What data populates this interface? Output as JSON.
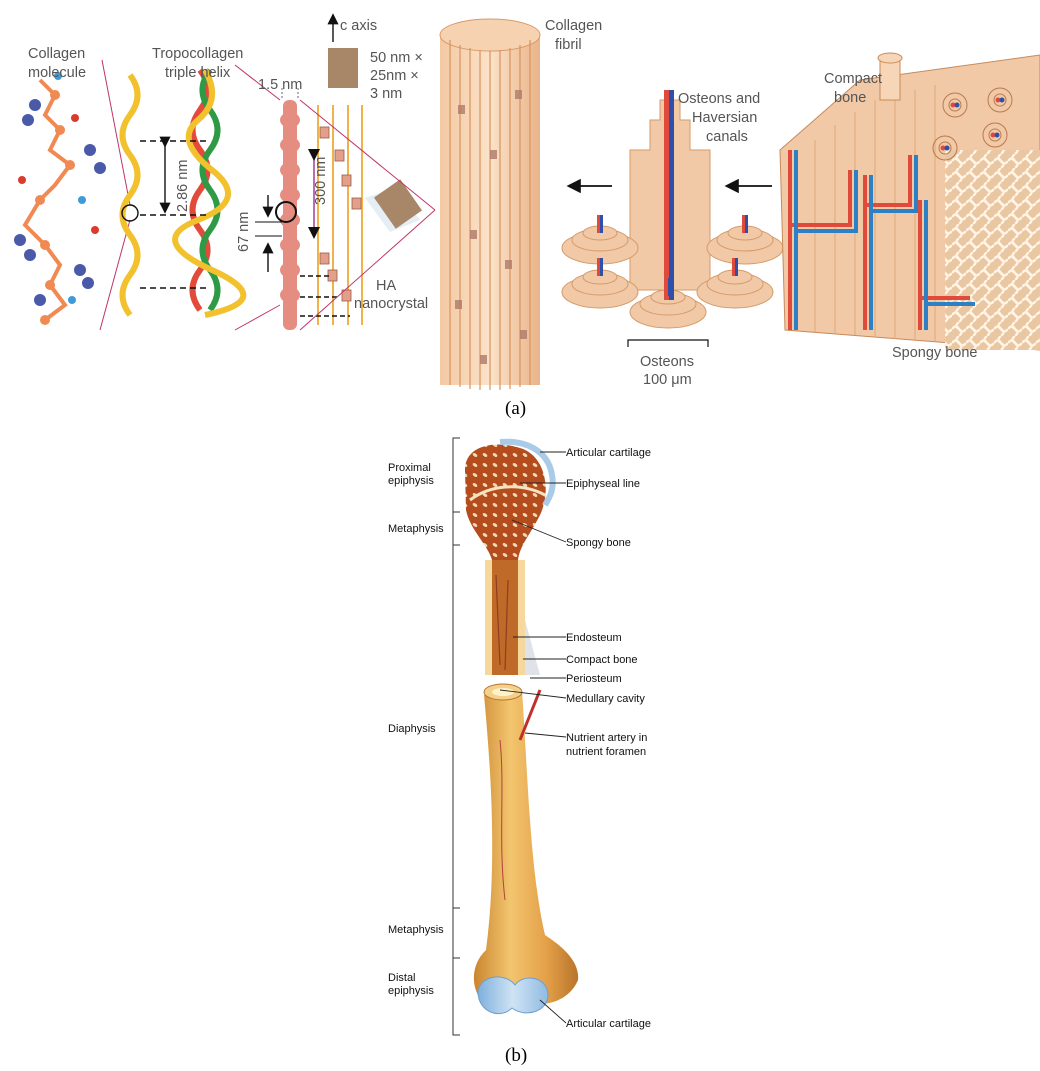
{
  "panel_a": {
    "caption": "(a)",
    "labels": {
      "collagen_molecule_1": "Collagen",
      "collagen_molecule_2": "molecule",
      "tropocollagen_1": "Tropocollagen",
      "tropocollagen_2": "triple helix",
      "helix_pitch": "2.86 nm",
      "c_axis": "c axis",
      "crystal_dims_1": "50 nm ×",
      "crystal_dims_2": "25nm ×",
      "crystal_dims_3": "3 nm",
      "diameter": "1.5 nm",
      "period": "67 nm",
      "spacing": "300 nm",
      "ha_1": "HA",
      "ha_2": "nanocrystal",
      "fibril_1": "Collagen",
      "fibril_2": "fibril",
      "osteons_canals_1": "Osteons and",
      "osteons_canals_2": "Haversian",
      "osteons_canals_3": "canals",
      "osteons_1": "Osteons",
      "osteons_2": "100 μm",
      "compact_1": "Compact",
      "compact_2": "bone",
      "spongy": "Spongy bone"
    }
  },
  "panel_b": {
    "caption": "(b)",
    "regions": {
      "proximal_epiphysis_1": "Proximal",
      "proximal_epiphysis_2": "epiphysis",
      "metaphysis_top": "Metaphysis",
      "diaphysis": "Diaphysis",
      "metaphysis_bottom": "Metaphysis",
      "distal_epiphysis_1": "Distal",
      "distal_epiphysis_2": "epiphysis"
    },
    "callouts": {
      "articular_cartilage_top": "Articular cartilage",
      "epiphyseal_line": "Epiphyseal line",
      "spongy_bone": "Spongy bone",
      "endosteum": "Endosteum",
      "compact_bone": "Compact bone",
      "periosteum": "Periosteum",
      "medullary_cavity": "Medullary cavity",
      "nutrient_artery_1": "Nutrient artery in",
      "nutrient_artery_2": "nutrient foramen",
      "articular_cartilage_bottom": "Articular cartilage"
    }
  },
  "colors": {
    "collagen_yellow": "#f2c12e",
    "bone_tan": "#f1c9a6",
    "vessel_red": "#e04a3a",
    "vessel_blue": "#2f7fc4",
    "cartilage_blue": "#a9cbe8",
    "shaft_orange": "#e7a54c"
  }
}
